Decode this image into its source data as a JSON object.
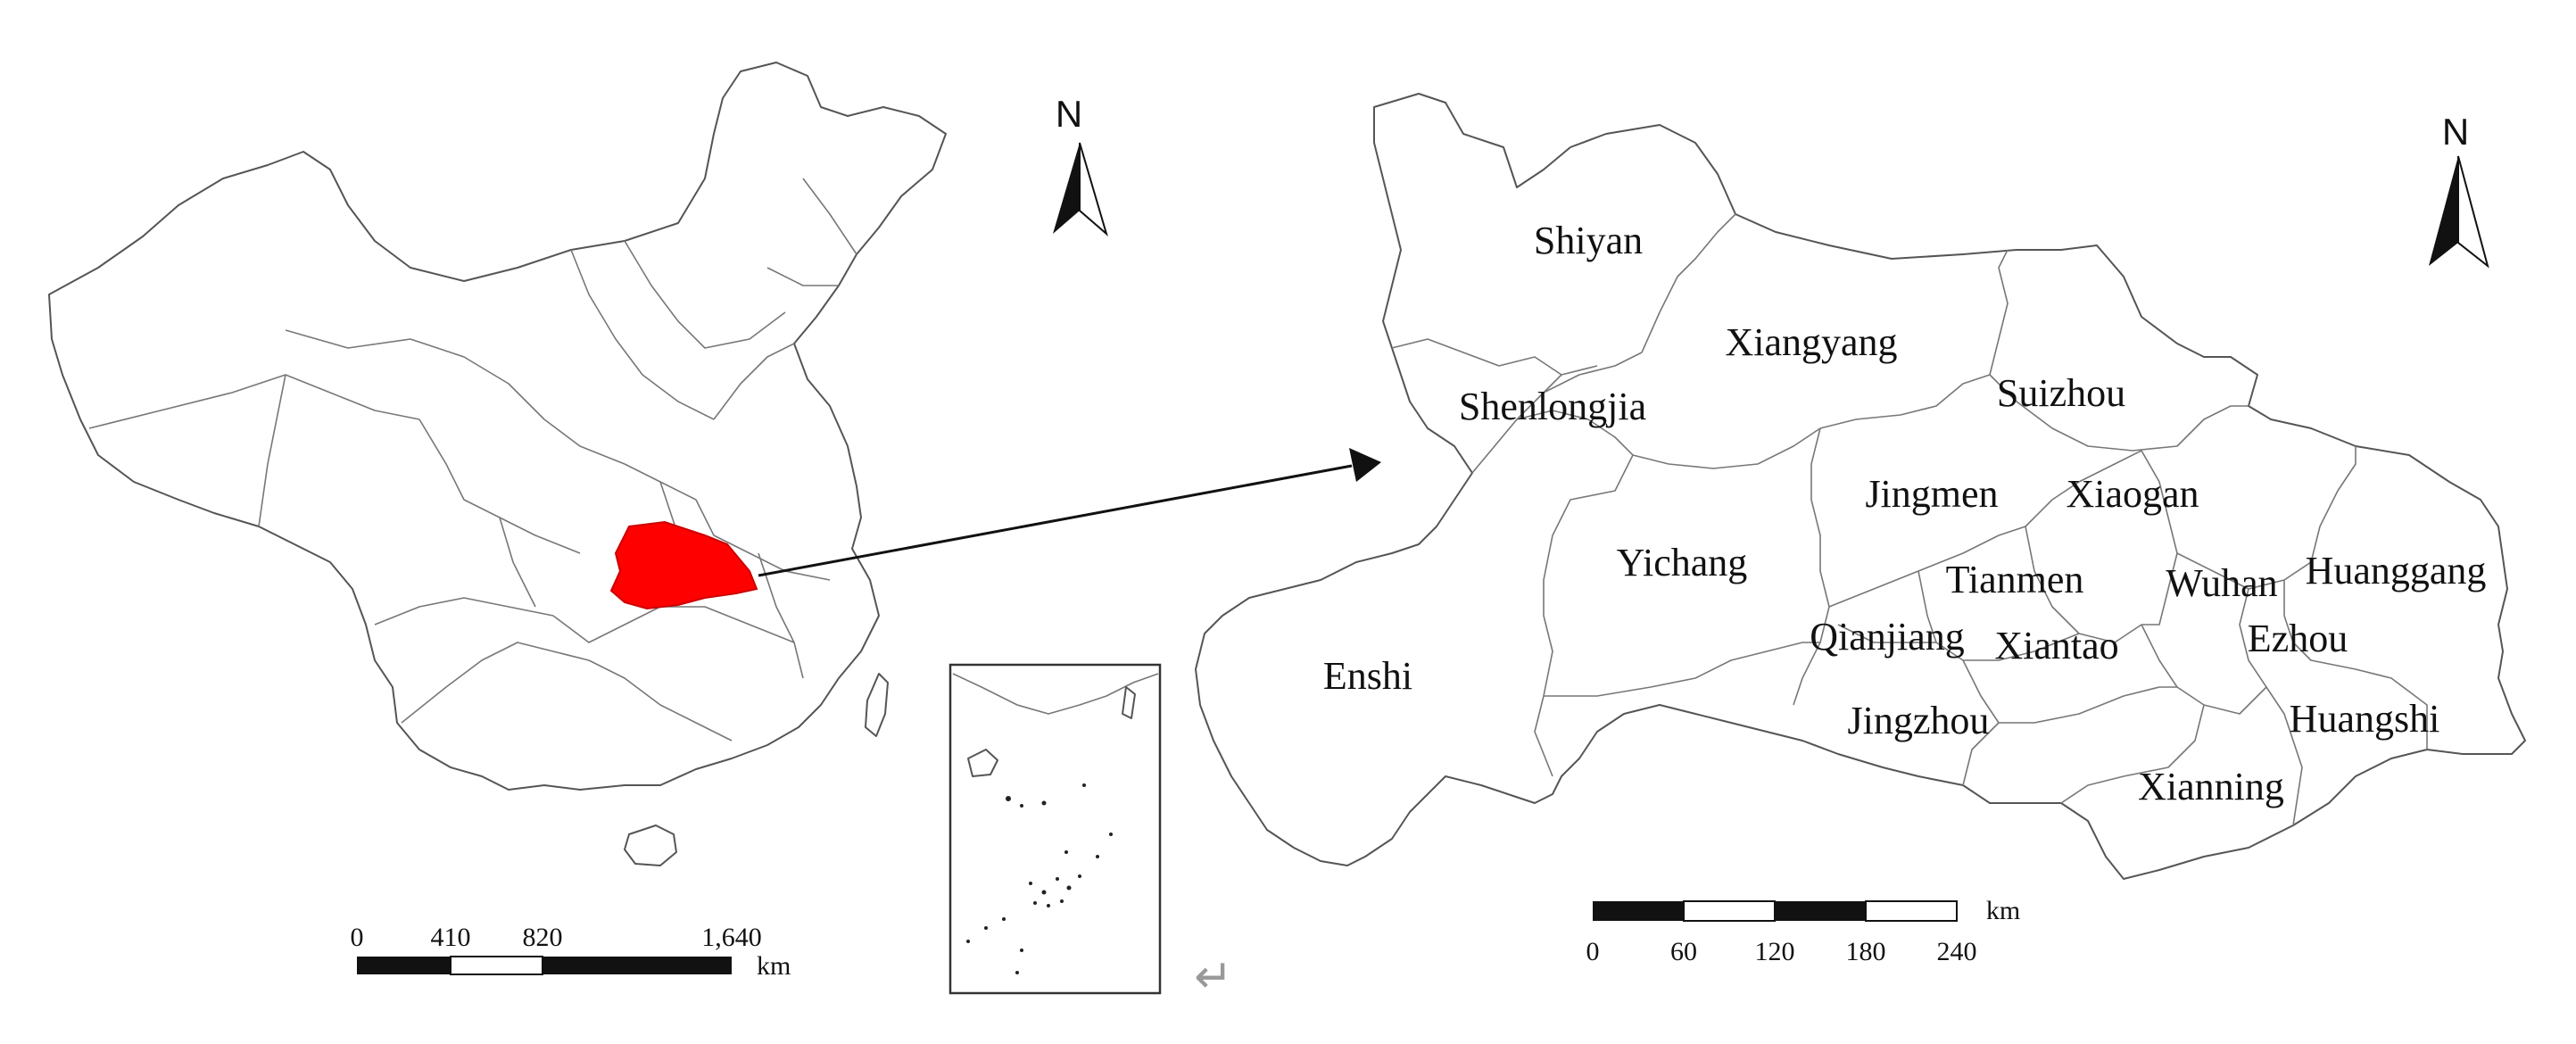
{
  "colors": {
    "highlight": "#ff0000",
    "outline": "#555555"
  },
  "china_map": {
    "north_label": "N",
    "scale": {
      "ticks": [
        "0",
        "410",
        "820",
        "1,640"
      ],
      "unit": "km"
    }
  },
  "inset_map": {},
  "hubei_map": {
    "north_label": "N",
    "scale": {
      "ticks": [
        "0",
        "60",
        "120",
        "180",
        "240"
      ],
      "unit": "km"
    },
    "cities": [
      {
        "name": "Shiyan"
      },
      {
        "name": "Xiangyang"
      },
      {
        "name": "Suizhou"
      },
      {
        "name": "Shenlongjia"
      },
      {
        "name": "Jingmen"
      },
      {
        "name": "Xiaogan"
      },
      {
        "name": "Yichang"
      },
      {
        "name": "Tianmen"
      },
      {
        "name": "Wuhan"
      },
      {
        "name": "Huanggang"
      },
      {
        "name": "Qianjiang"
      },
      {
        "name": "Xiantao"
      },
      {
        "name": "Ezhou"
      },
      {
        "name": "Enshi"
      },
      {
        "name": "Jingzhou"
      },
      {
        "name": "Huangshi"
      },
      {
        "name": "Xianning"
      }
    ]
  },
  "return_mark": "↵"
}
